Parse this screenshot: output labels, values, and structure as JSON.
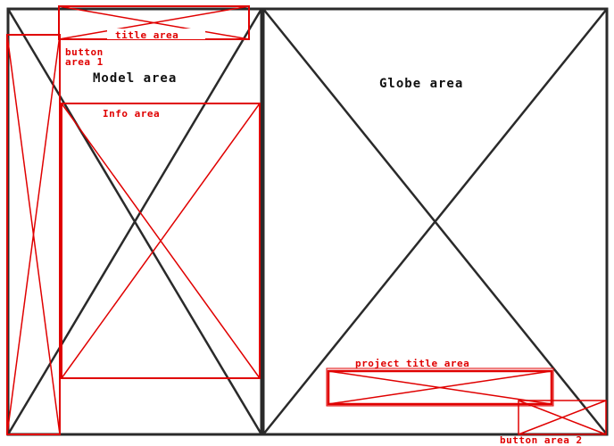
{
  "colors": {
    "outline": "#2a2a2a",
    "accent": "#e00000",
    "background": "#ffffff"
  },
  "regions": {
    "model_area": {
      "label": "Model area"
    },
    "globe_area": {
      "label": "Globe area"
    },
    "title_area": {
      "label": "title area"
    },
    "button_area_1": {
      "label_line1": "button",
      "label_line2": "area 1"
    },
    "info_area": {
      "label": "Info area"
    },
    "project_title_area": {
      "label": "project title area"
    },
    "button_area_2": {
      "label": "button area 2"
    }
  }
}
